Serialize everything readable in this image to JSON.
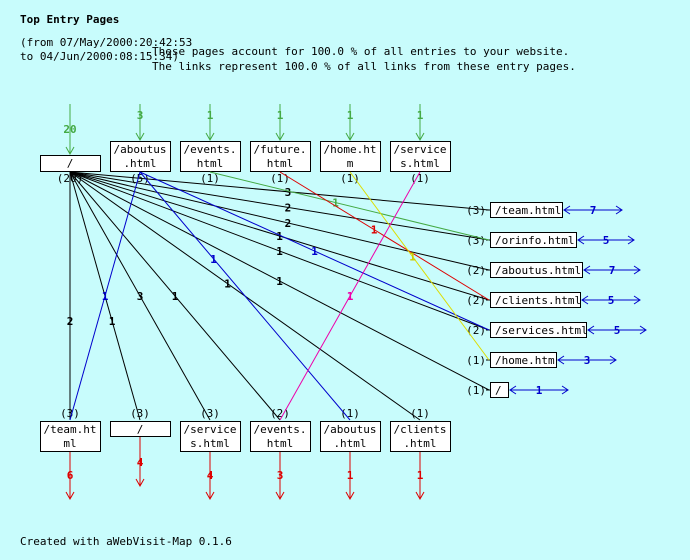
{
  "title": "Top Entry Pages",
  "range_line1": "(from 07/May/2000:20:42:53",
  "range_line2": "to 04/Jun/2000:08:15:34)",
  "summary_line1": "These pages account for 100.0 % of all entries to your website.",
  "summary_line2": "The links represent 100.0 % of all links from these entry pages.",
  "footer": "Created with aWebVisit-Map 0.1.6",
  "colors": {
    "background": "#c8fcfc",
    "entry": "#44aa44",
    "exit": "#dd0000",
    "external": "#0000cc",
    "link_default": "#000000"
  },
  "entry_pages": [
    {
      "lines": [
        "/"
      ],
      "entries": "20",
      "count": "(20)"
    },
    {
      "lines": [
        "/aboutus",
        ".html"
      ],
      "entries": "3",
      "count": "(5)"
    },
    {
      "lines": [
        "/events.",
        "html"
      ],
      "entries": "1",
      "count": "(1)"
    },
    {
      "lines": [
        "/future.",
        "html"
      ],
      "entries": "1",
      "count": "(1)"
    },
    {
      "lines": [
        "/home.ht",
        "m"
      ],
      "entries": "1",
      "count": "(1)"
    },
    {
      "lines": [
        "/service",
        "s.html"
      ],
      "entries": "1",
      "count": "(1)"
    }
  ],
  "right_pages": [
    {
      "label": "/team.html",
      "count": "(3)",
      "external": "7"
    },
    {
      "label": "/orinfo.html",
      "count": "(3)",
      "external": "5"
    },
    {
      "label": "/aboutus.html",
      "count": "(2)",
      "external": "7"
    },
    {
      "label": "/clients.html",
      "count": "(2)",
      "external": "5"
    },
    {
      "label": "/services.html",
      "count": "(2)",
      "external": "5"
    },
    {
      "label": "/home.htm",
      "count": "(1)",
      "external": "3"
    },
    {
      "label": "/",
      "count": "(1)",
      "external": "1"
    }
  ],
  "bottom_pages": [
    {
      "lines": [
        "/team.ht",
        "ml"
      ],
      "count": "(3)",
      "exits": "6"
    },
    {
      "lines": [
        "/"
      ],
      "count": "(3)",
      "exits": "4"
    },
    {
      "lines": [
        "/service",
        "s.html"
      ],
      "count": "(3)",
      "exits": "4"
    },
    {
      "lines": [
        "/events.",
        "html"
      ],
      "count": "(2)",
      "exits": "3"
    },
    {
      "lines": [
        "/aboutus",
        ".html"
      ],
      "count": "(1)",
      "exits": "1"
    },
    {
      "lines": [
        "/clients",
        ".html"
      ],
      "count": "(1)",
      "exits": "1"
    }
  ],
  "links": [
    {
      "from": "top:0",
      "to": "right:0",
      "label": "3",
      "color": "#000000"
    },
    {
      "from": "top:0",
      "to": "right:1",
      "label": "2",
      "color": "#000000"
    },
    {
      "from": "top:0",
      "to": "right:2",
      "label": "2",
      "color": "#000000"
    },
    {
      "from": "top:0",
      "to": "right:3",
      "label": "1",
      "color": "#000000"
    },
    {
      "from": "top:0",
      "to": "right:4",
      "label": "1",
      "color": "#000000"
    },
    {
      "from": "top:0",
      "to": "right:6",
      "label": "1",
      "color": "#000000"
    },
    {
      "from": "top:0",
      "to": "bottom:0",
      "label": "2",
      "color": "#000000"
    },
    {
      "from": "top:0",
      "to": "bottom:1",
      "label": "1",
      "color": "#000000"
    },
    {
      "from": "top:0",
      "to": "bottom:2",
      "label": "3",
      "color": "#000000"
    },
    {
      "from": "top:0",
      "to": "bottom:3",
      "label": "1",
      "color": "#000000"
    },
    {
      "from": "top:0",
      "to": "bottom:5",
      "label": "1",
      "color": "#000000"
    },
    {
      "from": "top:1",
      "to": "bottom:0",
      "label": "1",
      "color": "#0000cc"
    },
    {
      "from": "top:1",
      "to": "bottom:4",
      "label": "1",
      "color": "#0000cc"
    },
    {
      "from": "top:1",
      "to": "right:4",
      "label": "1",
      "color": "#0000cc"
    },
    {
      "from": "top:2",
      "to": "right:1",
      "label": "1",
      "color": "#44aa44"
    },
    {
      "from": "top:3",
      "to": "right:3",
      "label": "1",
      "color": "#dd0000"
    },
    {
      "from": "top:4",
      "to": "right:5",
      "label": "1",
      "color": "#dddd00"
    },
    {
      "from": "top:5",
      "to": "bottom:3",
      "label": "1",
      "color": "#ee00aa"
    }
  ]
}
